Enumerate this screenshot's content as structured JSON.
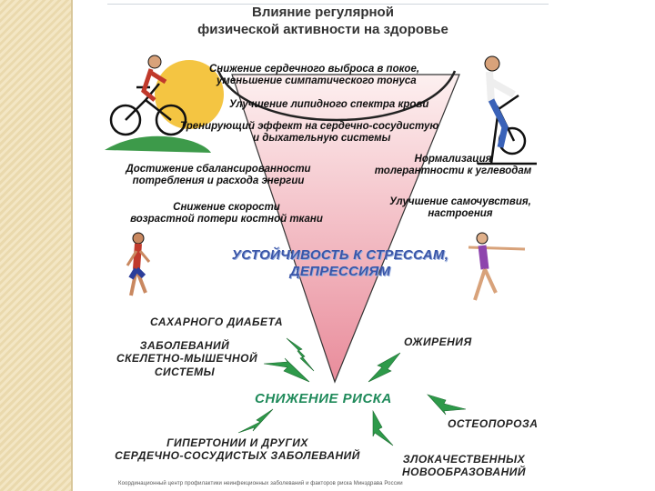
{
  "title": [
    "Влияние регулярной",
    "физической активности на здоровье"
  ],
  "effects": [
    "Снижение сердечного выброса в покое,",
    "уменьшение симпатического тонуса",
    "Улучшение липидного спектра крови",
    "Тренирующий эффект на сердечно-сосудистую",
    "и дыхательную системы",
    "Нормализация",
    "толерантности к углеводам",
    "Достижение сбалансированности",
    "потребления и расхода энергии",
    "Снижение скорости",
    "возрастной потери костной ткани",
    "Улучшение самочувствия,",
    "настроения"
  ],
  "stress": [
    "УСТОЙЧИВОСТЬ К СТРЕССАМ,",
    "ДЕПРЕССИЯМ"
  ],
  "risk_title": "СНИЖЕНИЕ РИСКА",
  "risks": [
    "САХАРНОГО ДИАБЕТА",
    "ЗАБОЛЕВАНИЙ",
    "СКЕЛЕТНО-МЫШЕЧНОЙ",
    "СИСТЕМЫ",
    "ОЖИРЕНИЯ",
    "ОСТЕОПОРОЗА",
    "ГИПЕРТОНИИ И ДРУГИХ",
    "СЕРДЕЧНО-СОСУДИСТЫХ ЗАБОЛЕВАНИЙ",
    "ЗЛОКАЧЕСТВЕННЫХ",
    "НОВООБРАЗОВАНИЙ"
  ],
  "footer": "Координационный центр профилактики неинфекционных заболеваний и факторов риска Минздрава России",
  "colors": {
    "funnel_top": "#fbeaea",
    "funnel_bottom": "#e98c9b",
    "stress_text": "#3a56a8",
    "risk_text": "#1f8a5a",
    "arrow": "#2e9a4a",
    "sun": "#f4c542"
  }
}
